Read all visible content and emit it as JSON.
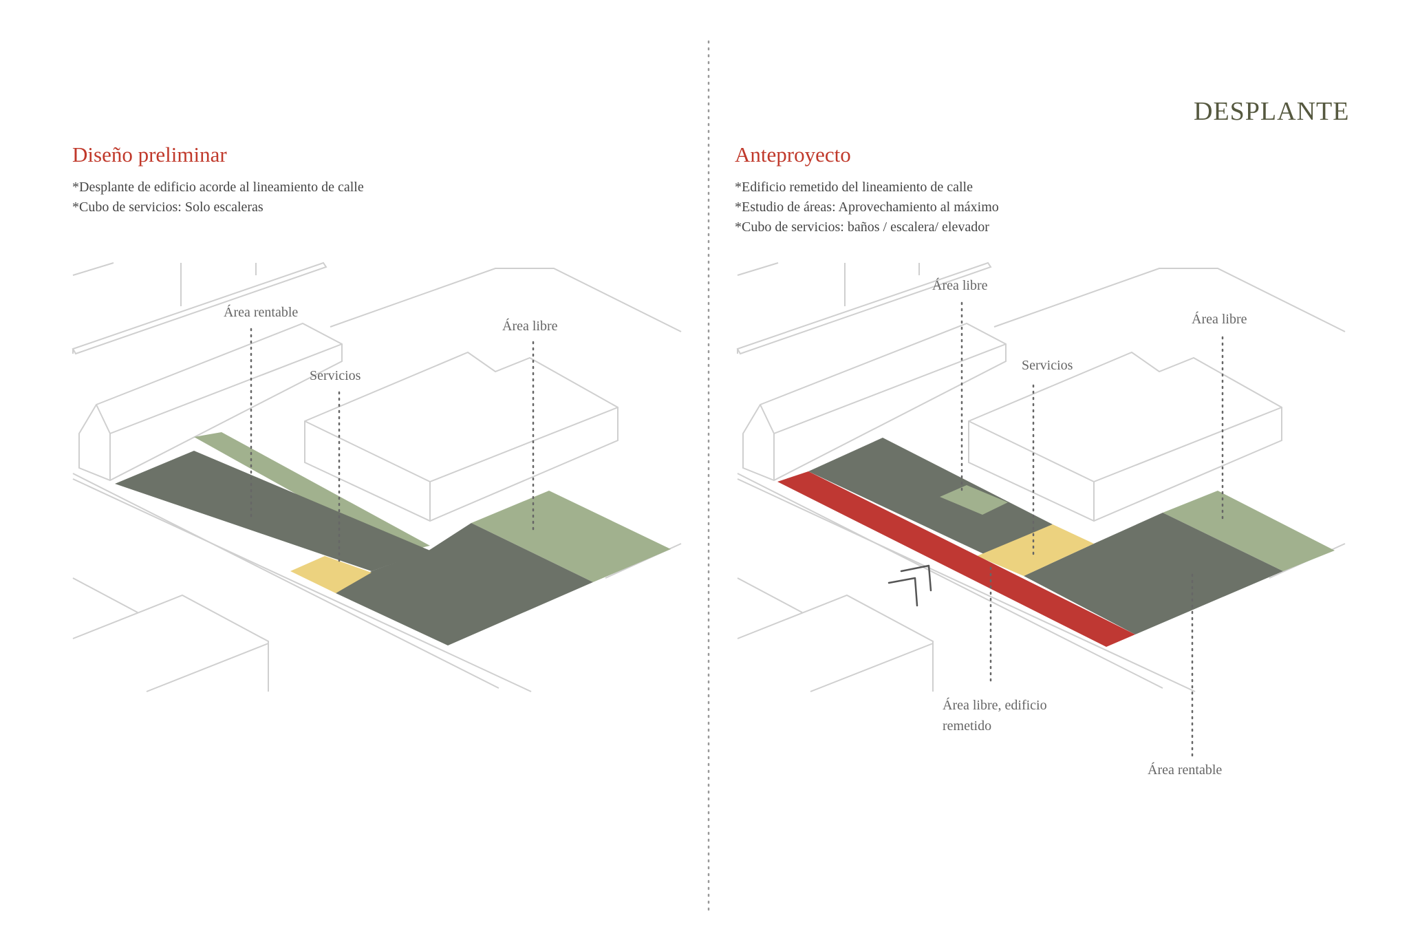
{
  "page_title": "DESPLANTE",
  "colors": {
    "rentable": "#6c7268",
    "libre": "#a1b18e",
    "servicios": "#ecd27f",
    "remetido": "#bf3833",
    "outline": "#cfcfcf",
    "title_red": "#c0392b"
  },
  "left": {
    "title": "Diseño preliminar",
    "notes": [
      "*Desplante de edificio acorde al lineamiento de calle",
      "*Cubo de servicios: Solo escaleras"
    ],
    "labels": {
      "rentable": "Área rentable",
      "servicios": "Servicios",
      "libre": "Área libre"
    }
  },
  "right": {
    "title": "Anteproyecto",
    "notes": [
      "*Edificio remetido del lineamiento de calle",
      "*Estudio de áreas: Aprovechamiento al máximo",
      "*Cubo de servicios: baños / escalera/ elevador"
    ],
    "labels": {
      "libre_top": "Área libre",
      "servicios": "Servicios",
      "libre": "Área libre",
      "remetido_line1": "Área libre, edificio",
      "remetido_line2": "remetido",
      "rentable": "Área rentable"
    }
  },
  "north_icon": "north-arrow-icon"
}
